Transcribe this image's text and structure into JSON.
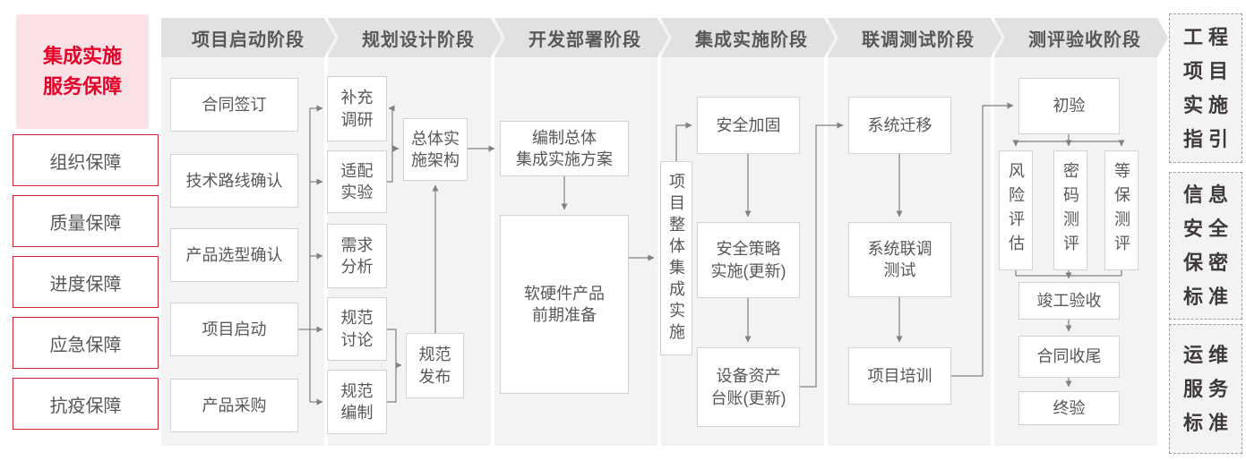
{
  "sidebar_left": {
    "title": "集成实施\n服务保障",
    "items": [
      "组织保障",
      "质量保障",
      "进度保障",
      "应急保障",
      "抗疫保障"
    ]
  },
  "phases": [
    "项目启动阶段",
    "规划设计阶段",
    "开发部署阶段",
    "集成实施阶段",
    "联调测试阶段",
    "测评验收阶段"
  ],
  "boxes": {
    "contract_signing": "合同签订",
    "tech_route_confirm": "技术路线确认",
    "product_selection_confirm": "产品选型确认",
    "project_kickoff": "项目启动",
    "product_procurement": "产品采购",
    "supplementary_research": "补充\n调研",
    "adaptation_experiment": "适配\n实验",
    "requirement_analysis": "需求\n分析",
    "spec_discussion": "规范\n讨论",
    "spec_compilation": "规范\n编制",
    "overall_impl_architecture": "总体实\n施架构",
    "spec_release": "规范\n发布",
    "overall_integration_plan": "编制总体\n集成实施方案",
    "hw_sw_preparation": "软硬件产品\n前期准备",
    "overall_project_integration": "项目整体集成实施",
    "security_hardening": "安全加固",
    "security_policy_impl": "安全策略\n实施(更新)",
    "asset_ledger_update": "设备资产\n台账(更新)",
    "system_migration": "系统迁移",
    "system_joint_debugging": "系统联调\n测试",
    "project_training": "项目培训",
    "initial_acceptance": "初验",
    "risk_assessment": "风险评估",
    "crypto_evaluation": "密码测评",
    "mlps_evaluation": "等保测评",
    "completion_acceptance": "竣工验收",
    "contract_closure": "合同收尾",
    "final_acceptance": "终验"
  },
  "sidebar_right": {
    "items": [
      "工程\n项目\n实施\n指引",
      "信息\n安全\n保密\n标准",
      "运维\n服务\n标准"
    ]
  },
  "colors": {
    "accent_red": "#e60028",
    "red_border": "#cf2333",
    "pink_bg": "#f9e1e5",
    "phase_header_bg": "#e1e1e1",
    "panel_bg": "#f3f3f3",
    "box_border": "#d3d3d3",
    "text_gray": "#595757",
    "dark_text": "#3f3a39",
    "connector": "#808080"
  }
}
